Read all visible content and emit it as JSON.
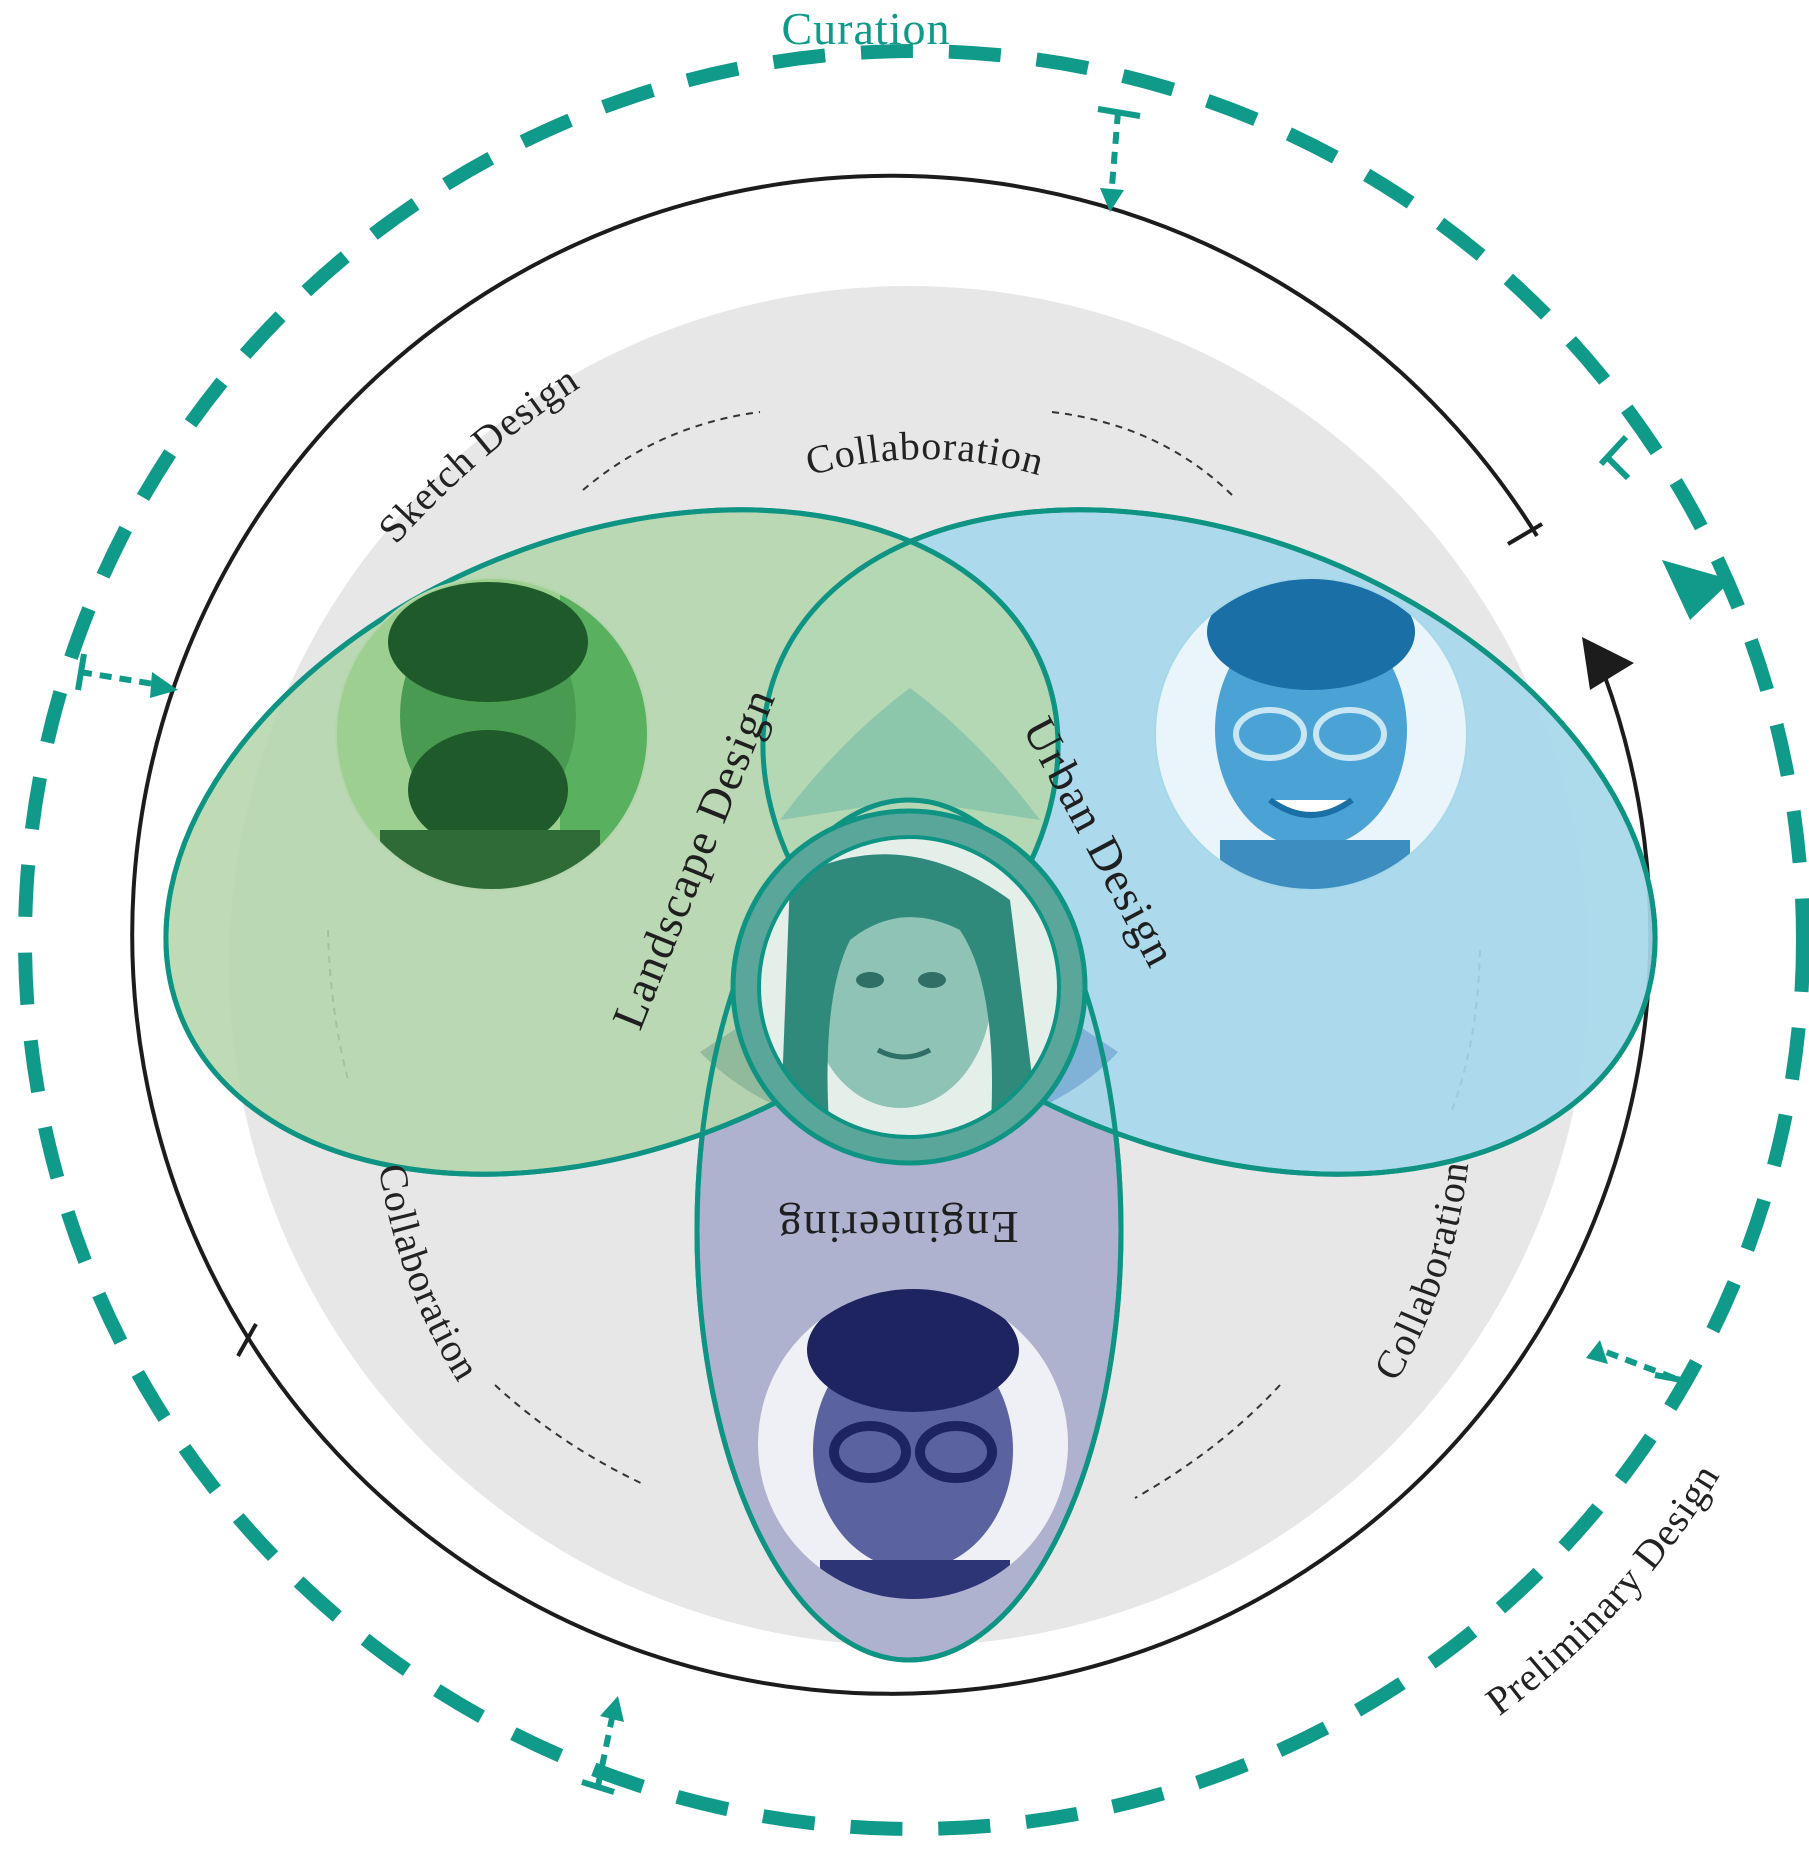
{
  "title": "Curation",
  "outer_cycle_labels": {
    "sketch_design": "Sketch Design",
    "preliminary_design": "Preliminary Design"
  },
  "collaboration_labels": [
    "Collaboration",
    "Collaboration",
    "Collaboration"
  ],
  "disciplines": [
    {
      "label": "Landscape Design",
      "color": "#8cc27a",
      "photo_tint": "#3d9a4d"
    },
    {
      "label": "Urban Design",
      "color": "#7ec8e6",
      "photo_tint": "#1f8fc8"
    },
    {
      "label": "Engineering",
      "color": "#8e93be",
      "photo_tint": "#28306f"
    },
    {
      "label": "",
      "color": "#5aa69a",
      "photo_tint": "#2a8f86"
    }
  ],
  "colors": {
    "accent": "#0f9a8a",
    "petal_stroke": "#0f9483",
    "cycle_line": "#1c1c1c",
    "background_disc": "#e7e7e8"
  }
}
